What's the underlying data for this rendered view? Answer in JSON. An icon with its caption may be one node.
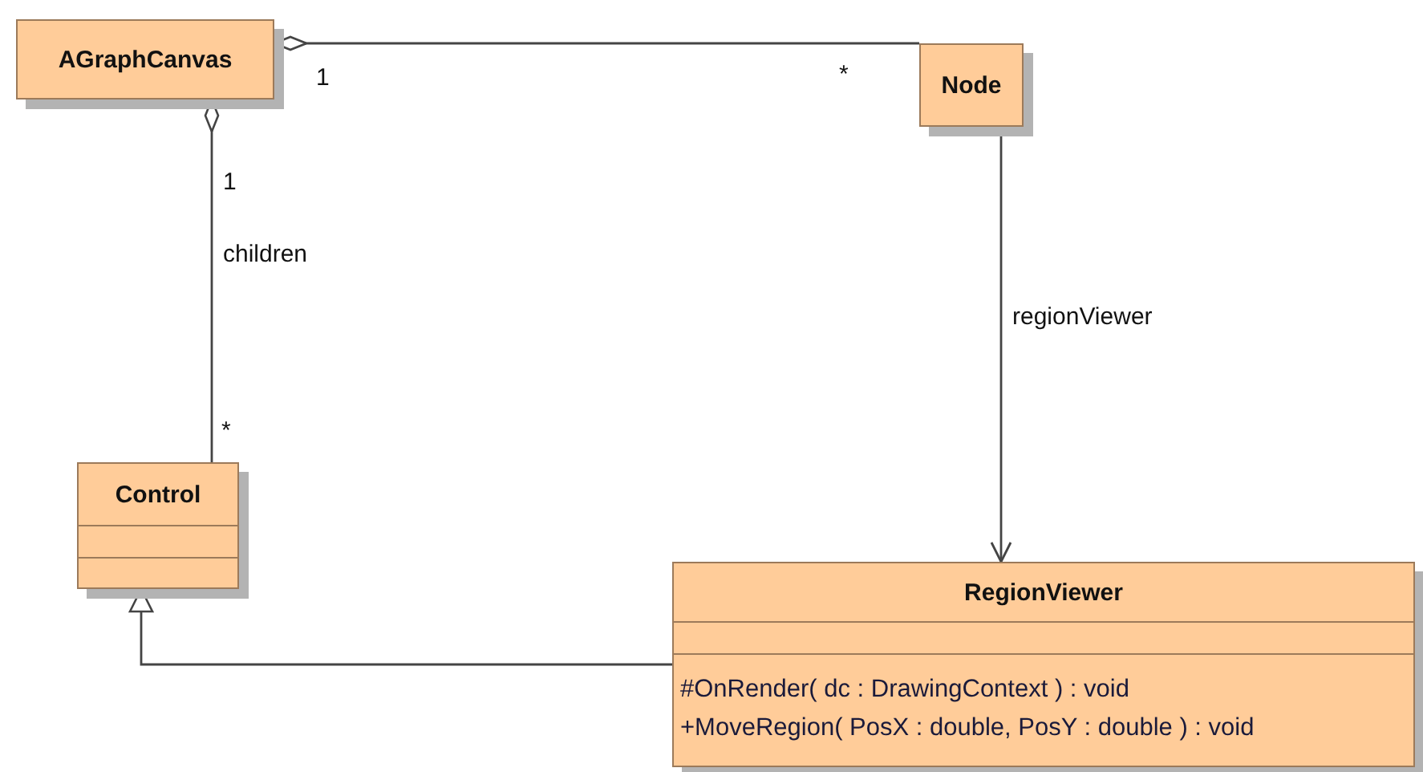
{
  "diagram": {
    "nodes": [
      {
        "text": [
          "AGraphCanvas"
        ]
      },
      {
        "text": [
          "Node"
        ]
      },
      {
        "text": [
          "Control"
        ]
      },
      {
        "text": [
          "RegionViewer",
          "#OnRender( dc : DrawingContext ) : void",
          "+MoveRegion( PosX : double, PosY : double ) : void"
        ]
      }
    ],
    "edges": [
      {
        "from": 0,
        "to": 1,
        "arrow": "other"
      },
      {
        "from": 0,
        "to": 2,
        "arrow": "other",
        "label": "children"
      },
      {
        "from": 1,
        "to": 3,
        "arrow": "to",
        "label": "regionViewer"
      },
      {
        "from": 3,
        "to": 2,
        "arrow": "to"
      }
    ],
    "labels": [
      "1",
      "*",
      "1",
      "*"
    ]
  }
}
